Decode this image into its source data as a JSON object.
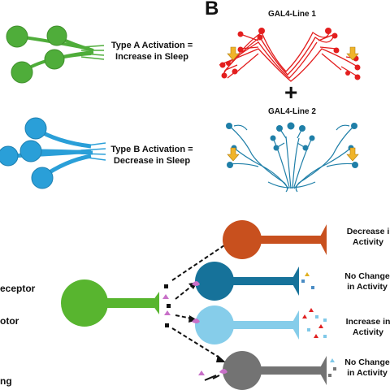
{
  "panel_b": {
    "letter": "B"
  },
  "type_a": {
    "line1": "Type A Activation =",
    "line2": "Increase in Sleep",
    "color": "#4fad3a"
  },
  "type_b": {
    "line1": "Type B Activation =",
    "line2": "Decrease in Sleep",
    "color": "#2a9fd8"
  },
  "gal4": {
    "line1_title": "GAL4-Line 1",
    "line2_title": "GAL4-Line 2",
    "plus": "+",
    "line1_color": "#e31e1e",
    "line2_color": "#1f7fa8",
    "arrow_color": "#f0b42a"
  },
  "bottom_left": {
    "text1": "eceptor",
    "text2": "otor",
    "text3": "ng"
  },
  "neurons": [
    {
      "label1": "Decrease i",
      "label2": "Activity",
      "color": "#c8501e"
    },
    {
      "label1": "No Change",
      "label2": "in Activity",
      "color": "#16729a"
    },
    {
      "label1": "Increase in",
      "label2": "Activity",
      "color": "#86cdea"
    },
    {
      "label1": "No Change",
      "label2": "in Activity",
      "color": "#737373"
    }
  ],
  "source_neuron_color": "#58b52f",
  "receptor_color": "#c870c8"
}
